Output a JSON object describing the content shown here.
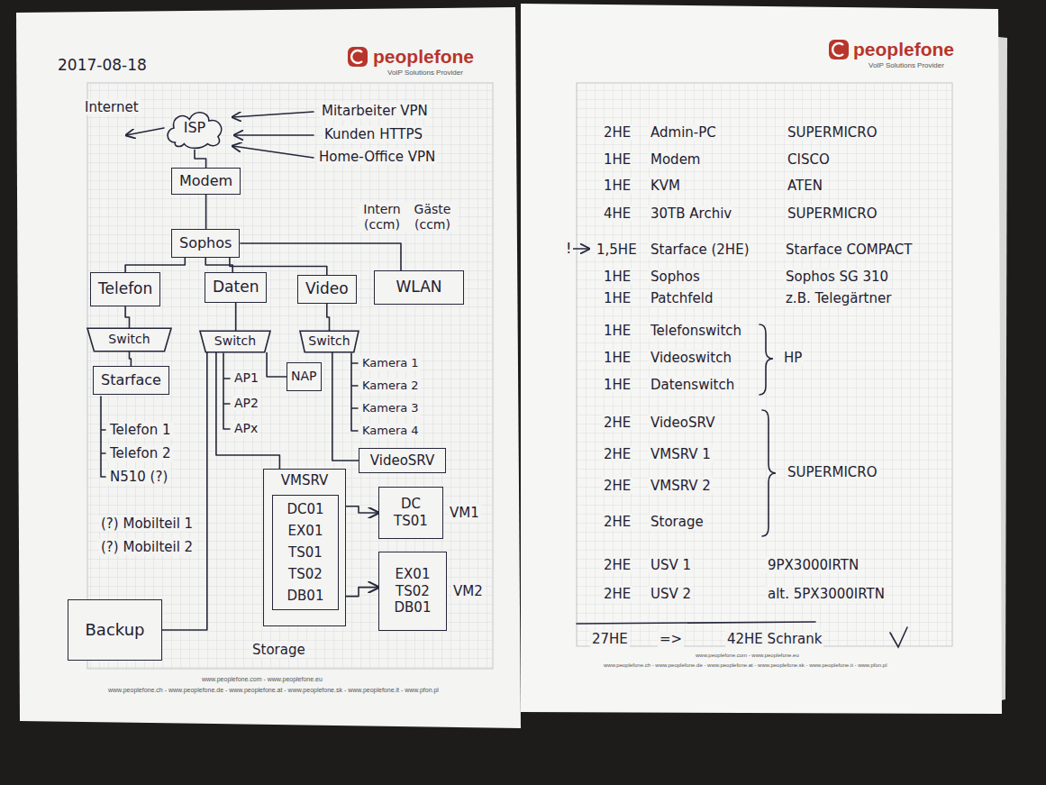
{
  "diagram": {
    "nodes": [
      {
        "text": [
          "ISP"
        ]
      },
      {
        "text": [
          "Modem"
        ]
      },
      {
        "text": [
          "Sophos"
        ]
      },
      {
        "text": [
          "Telefon"
        ]
      },
      {
        "text": [
          "Daten"
        ]
      },
      {
        "text": [
          "Video"
        ]
      },
      {
        "text": [
          "WLAN"
        ]
      },
      {
        "text": [
          "Switch"
        ]
      },
      {
        "text": [
          "Switch"
        ]
      },
      {
        "text": [
          "Switch"
        ]
      },
      {
        "text": [
          "Starface"
        ]
      },
      {
        "text": [
          "NAP"
        ]
      },
      {
        "text": [
          "VideoSRV"
        ]
      },
      {
        "text": [
          "VMSRV"
        ]
      },
      {
        "text": [
          "DC01",
          "EX01",
          "TS01",
          "TS02",
          "DB01"
        ],
        "in": 13
      },
      {
        "text": [
          "DC",
          "TS01",
          "VM1"
        ]
      },
      {
        "text": [
          "EX01",
          "TS02",
          "DB01",
          "VM2"
        ]
      },
      {
        "text": [
          "Backup"
        ]
      }
    ],
    "edges": [
      {
        "from": 0,
        "to": 1,
        "arrow": "none"
      },
      {
        "from": 1,
        "to": 2,
        "arrow": "none"
      },
      {
        "from": 2,
        "to": 3,
        "arrow": "none"
      },
      {
        "from": 2,
        "to": 4,
        "arrow": "none"
      },
      {
        "from": 2,
        "to": 5,
        "arrow": "none"
      },
      {
        "from": 2,
        "to": 6,
        "arrow": "none"
      },
      {
        "from": 3,
        "to": 7,
        "arrow": "none"
      },
      {
        "from": 4,
        "to": 8,
        "arrow": "none"
      },
      {
        "from": 5,
        "to": 9,
        "arrow": "none"
      },
      {
        "from": 7,
        "to": 10,
        "arrow": "none"
      },
      {
        "from": 8,
        "to": 11,
        "arrow": "none"
      },
      {
        "from": 9,
        "to": 12,
        "arrow": "none"
      },
      {
        "from": 8,
        "to": 13,
        "arrow": "none"
      },
      {
        "from": 8,
        "to": 17,
        "arrow": "none"
      },
      {
        "from": 14,
        "to": 15,
        "arrow": "to"
      },
      {
        "from": 14,
        "to": 16,
        "arrow": "to"
      }
    ],
    "labels": [
      "2017-08-18",
      "peoplefone",
      "VoIP Solutions Provider",
      "Internet",
      "Mitarbeiter VPN",
      "Kunden HTTPS",
      "Home-Office VPN",
      "Intern (ccm)",
      "Gäste (ccm)",
      "AP1",
      "AP2",
      "APx",
      "Kamera 1",
      "Kamera 2",
      "Kamera 3",
      "Kamera 4",
      "Telefon 1",
      "Telefon 2",
      "N510 (?)",
      "(?) Mobilteil 1",
      "(?) Mobilteil 2",
      "Storage",
      "www.peoplefone.com - www.peoplefone.eu",
      "www.peoplefone.ch - www.peoplefone.de - www.peoplefone.at - www.peoplefone.sk - www.peoplefone.it - www.pfon.pl",
      "peoplefone",
      "VoIP Solutions Provider",
      "!",
      "2HE",
      "Admin-PC",
      "SUPERMICRO",
      "1HE",
      "Modem",
      "CISCO",
      "1HE",
      "KVM",
      "ATEN",
      "4HE",
      "30TB Archiv",
      "SUPERMICRO",
      "1,5HE",
      "Starface (2HE)",
      "Starface COMPACT",
      "1HE",
      "Sophos",
      "Sophos SG 310",
      "1HE",
      "Patchfeld",
      "z.B. Telegärtner",
      "1HE",
      "Telefonswitch",
      "1HE",
      "Videoswitch",
      "1HE",
      "Datenswitch",
      "HP",
      "2HE",
      "VideoSRV",
      "2HE",
      "VMSRV 1",
      "2HE",
      "VMSRV 2",
      "2HE",
      "Storage",
      "SUPERMICRO",
      "2HE",
      "USV 1",
      "9PX3000IRTN",
      "2HE",
      "USV 2",
      "alt. 5PX3000IRTN",
      "27HE",
      "=>",
      "42HE Schrank",
      "www.peoplefone.com - www.peoplefone.eu",
      "www.peoplefone.ch - www.peoplefone.de - www.peoplefone.at - www.peoplefone.sk - www.peoplefone.it - www.pfon.pl"
    ]
  }
}
